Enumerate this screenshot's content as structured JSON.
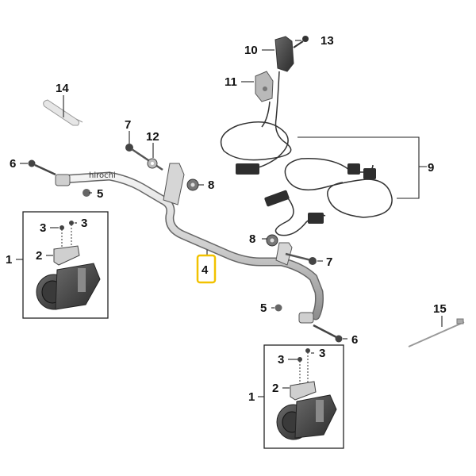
{
  "watermark": "hirochi",
  "callouts": {
    "c1a": "1",
    "c2a": "2",
    "c3a": "3",
    "c3b": "3",
    "c4": "4",
    "c5a": "5",
    "c6a": "6",
    "c7a": "7",
    "c8a": "8",
    "c12": "12",
    "c14": "14",
    "c10": "10",
    "c11": "11",
    "c13": "13",
    "c9": "9",
    "c8b": "8",
    "c7b": "7",
    "c5b": "5",
    "c6b": "6",
    "c15": "15",
    "c1b": "1",
    "c2b": "2",
    "c3c": "3",
    "c3d": "3"
  },
  "highlight": {
    "label": "4",
    "color": "#f2c200"
  },
  "colors": {
    "part_fill": "#d9d9d9",
    "part_dark": "#555555",
    "line": "#222222"
  }
}
